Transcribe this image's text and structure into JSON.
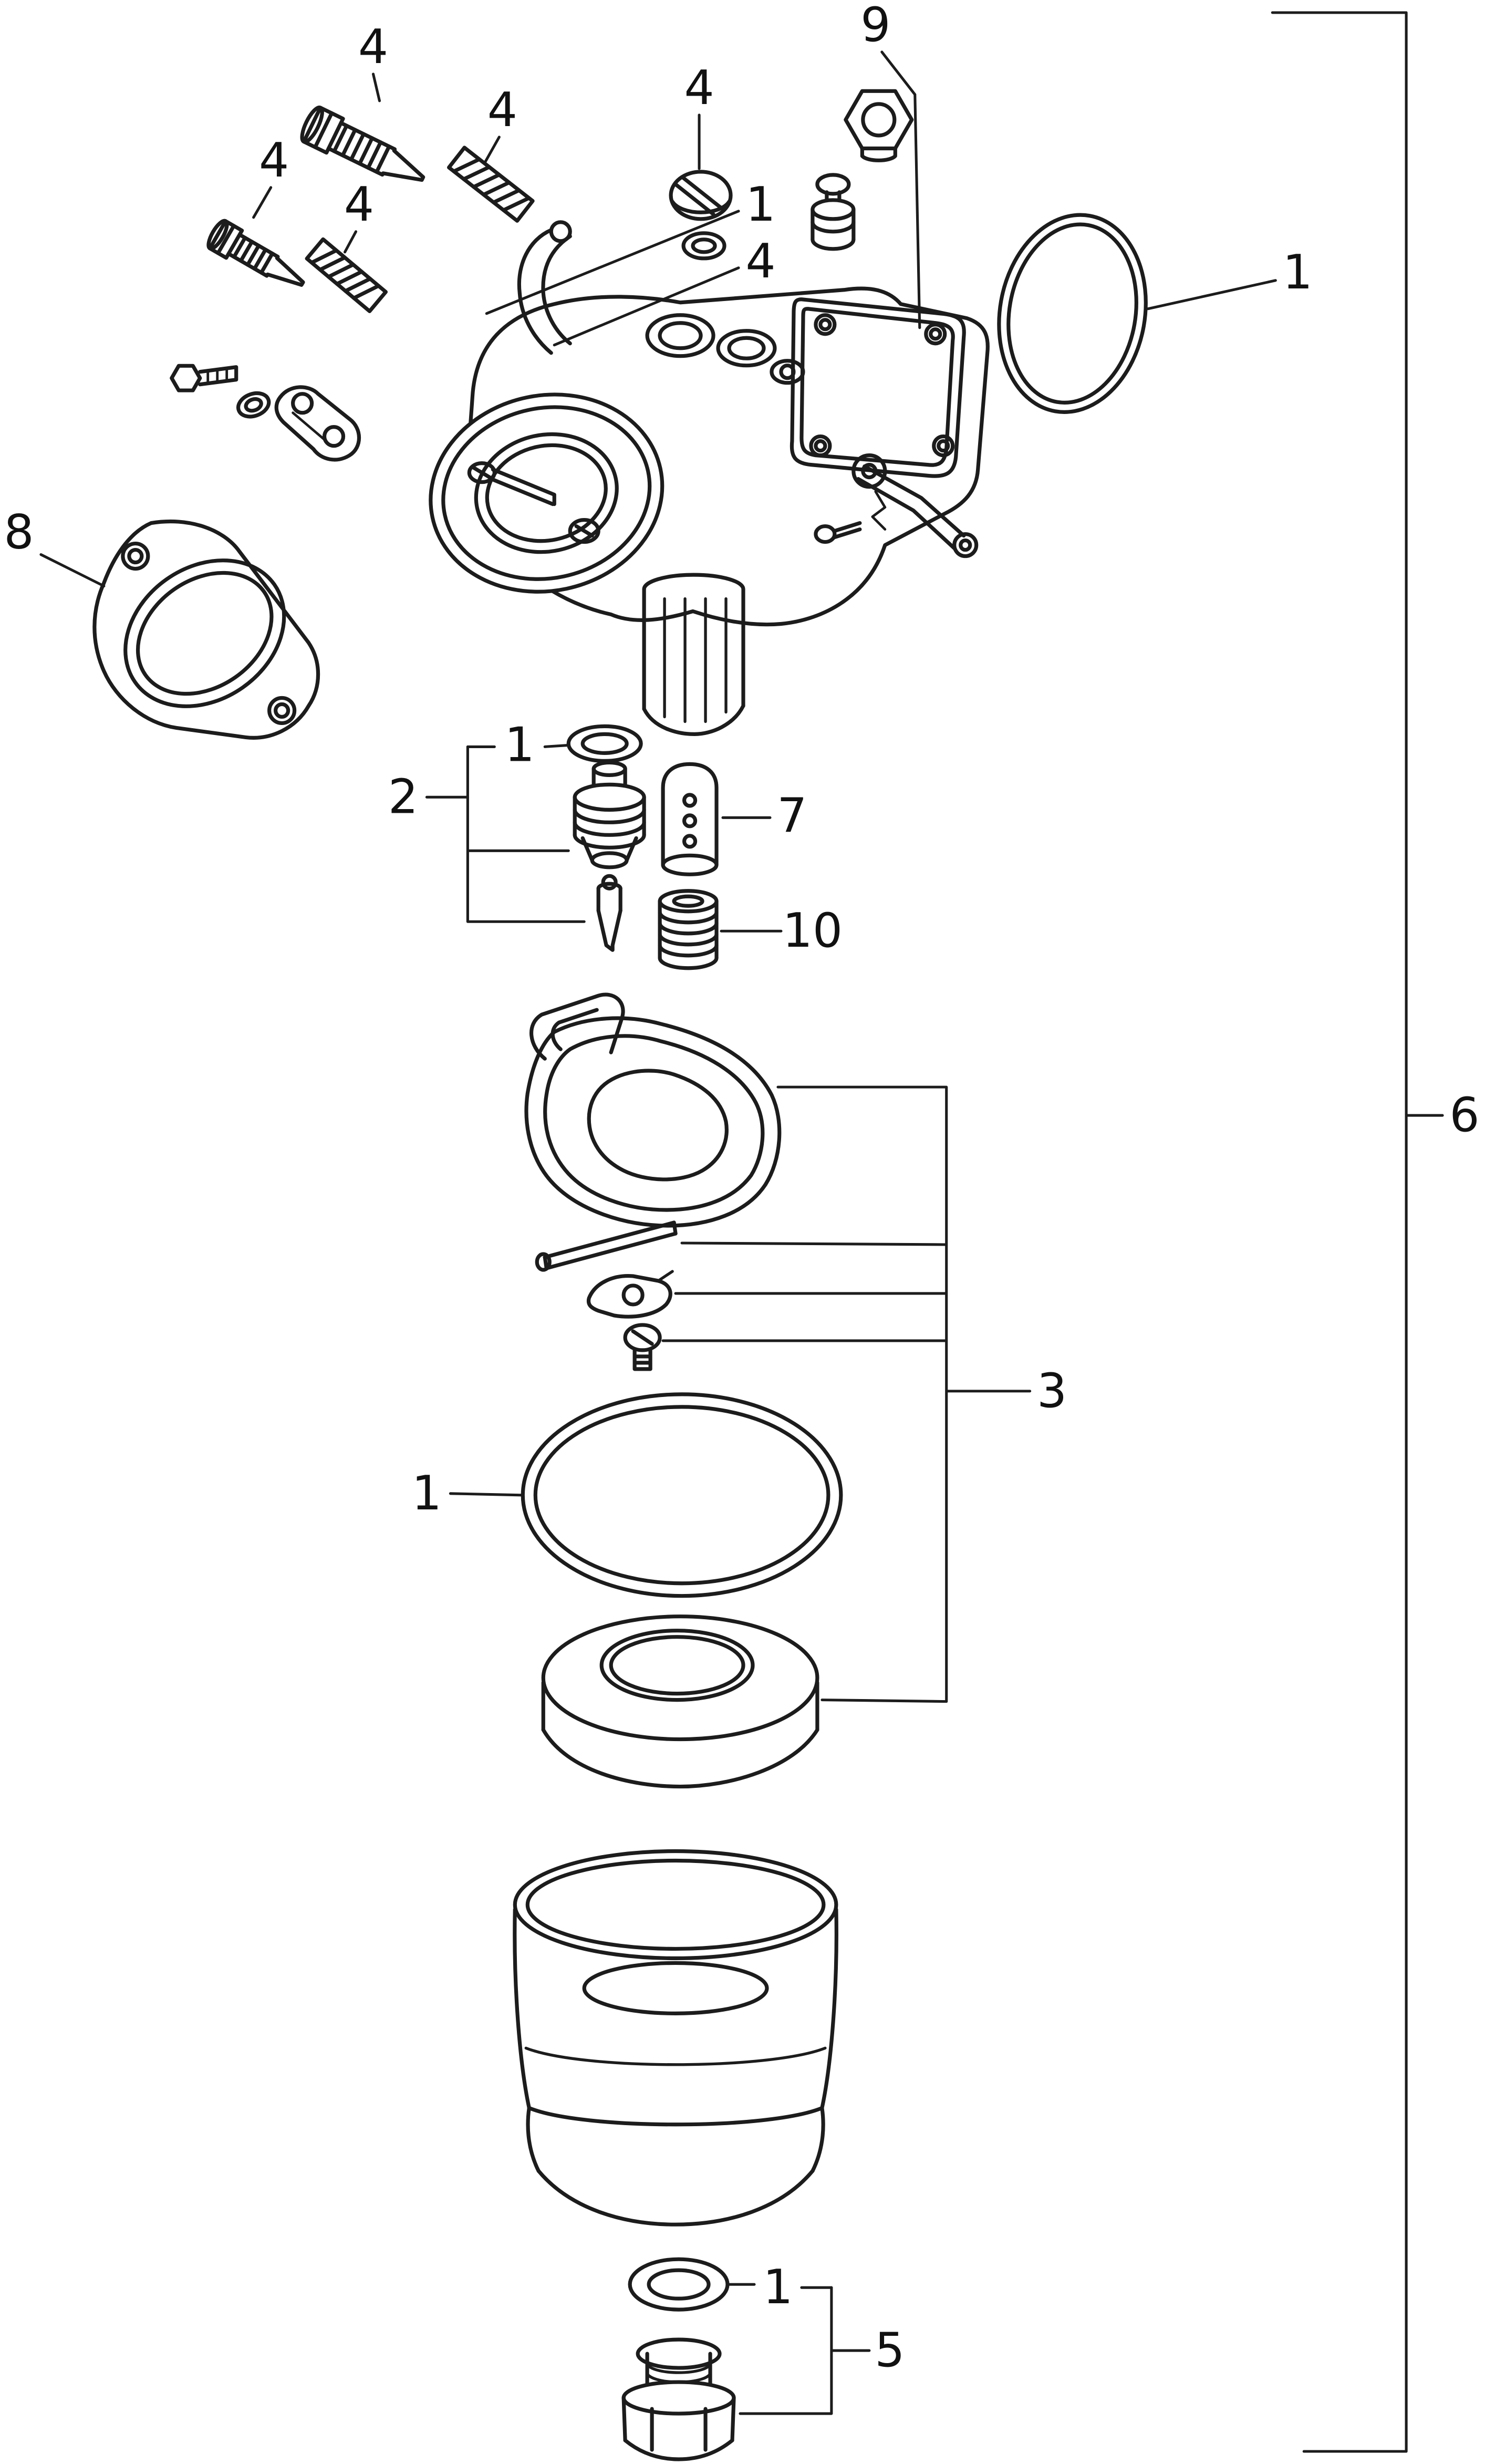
{
  "colors": {
    "background": "#ffffff",
    "ink": "#1c1c1c",
    "label": "#111111"
  },
  "callouts": [
    {
      "id": "pilot-screw-a",
      "label": "4"
    },
    {
      "id": "pilot-spring-a",
      "label": "4"
    },
    {
      "id": "pilot-screw-b",
      "label": "4"
    },
    {
      "id": "pilot-spring-b",
      "label": "4"
    },
    {
      "id": "drain-screw",
      "label": "4"
    },
    {
      "id": "washer-top",
      "label": "1"
    },
    {
      "id": "body-screw",
      "label": "4"
    },
    {
      "id": "nut",
      "label": "9"
    },
    {
      "id": "o-ring",
      "label": "1"
    },
    {
      "id": "flange-gasket",
      "label": "8"
    },
    {
      "id": "valve-washer",
      "label": "1"
    },
    {
      "id": "float-valve-set",
      "label": "2"
    },
    {
      "id": "main-nozzle",
      "label": "7"
    },
    {
      "id": "main-jet",
      "label": "10"
    },
    {
      "id": "carburetor-assembly",
      "label": "6"
    },
    {
      "id": "float-set",
      "label": "3"
    },
    {
      "id": "bowl-gasket",
      "label": "1"
    },
    {
      "id": "drain-bolt-washer",
      "label": "1"
    },
    {
      "id": "drain-bolt-set",
      "label": "5"
    }
  ]
}
